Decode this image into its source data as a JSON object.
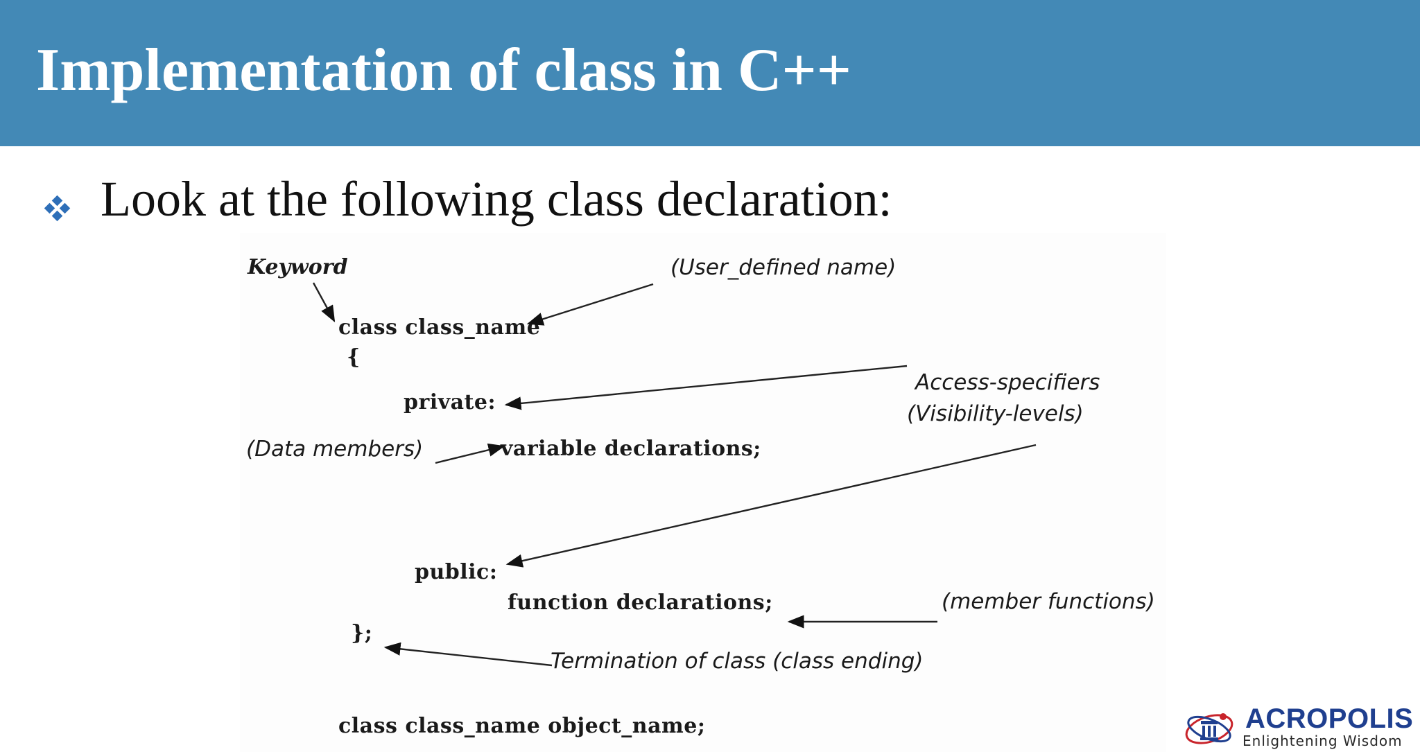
{
  "slide": {
    "title": "Implementation of class in C++",
    "bullet": "Look at the following class declaration:"
  },
  "diagram": {
    "keyword": "Keyword",
    "user_defined": "(User_defined name)",
    "class_line": "class  class_name",
    "open_brace": "{",
    "private": "private:",
    "access_specifiers": "Access-specifiers",
    "visibility_levels": "(Visibility-levels)",
    "data_members": "(Data members)",
    "variable_declarations": "variable declarations;",
    "public": "public:",
    "function_declarations": "function declarations;",
    "member_functions": "(member functions)",
    "close_brace": "};",
    "termination": "Termination of class (class ending)",
    "object_line": "class class_name object_name;"
  },
  "logo": {
    "name": "ACROPOLIS",
    "tagline": "Enlightening Wisdom"
  },
  "colors": {
    "header": "#4389b6",
    "bullet": "#2e6fb8",
    "logo_text": "#1f3f8f"
  }
}
